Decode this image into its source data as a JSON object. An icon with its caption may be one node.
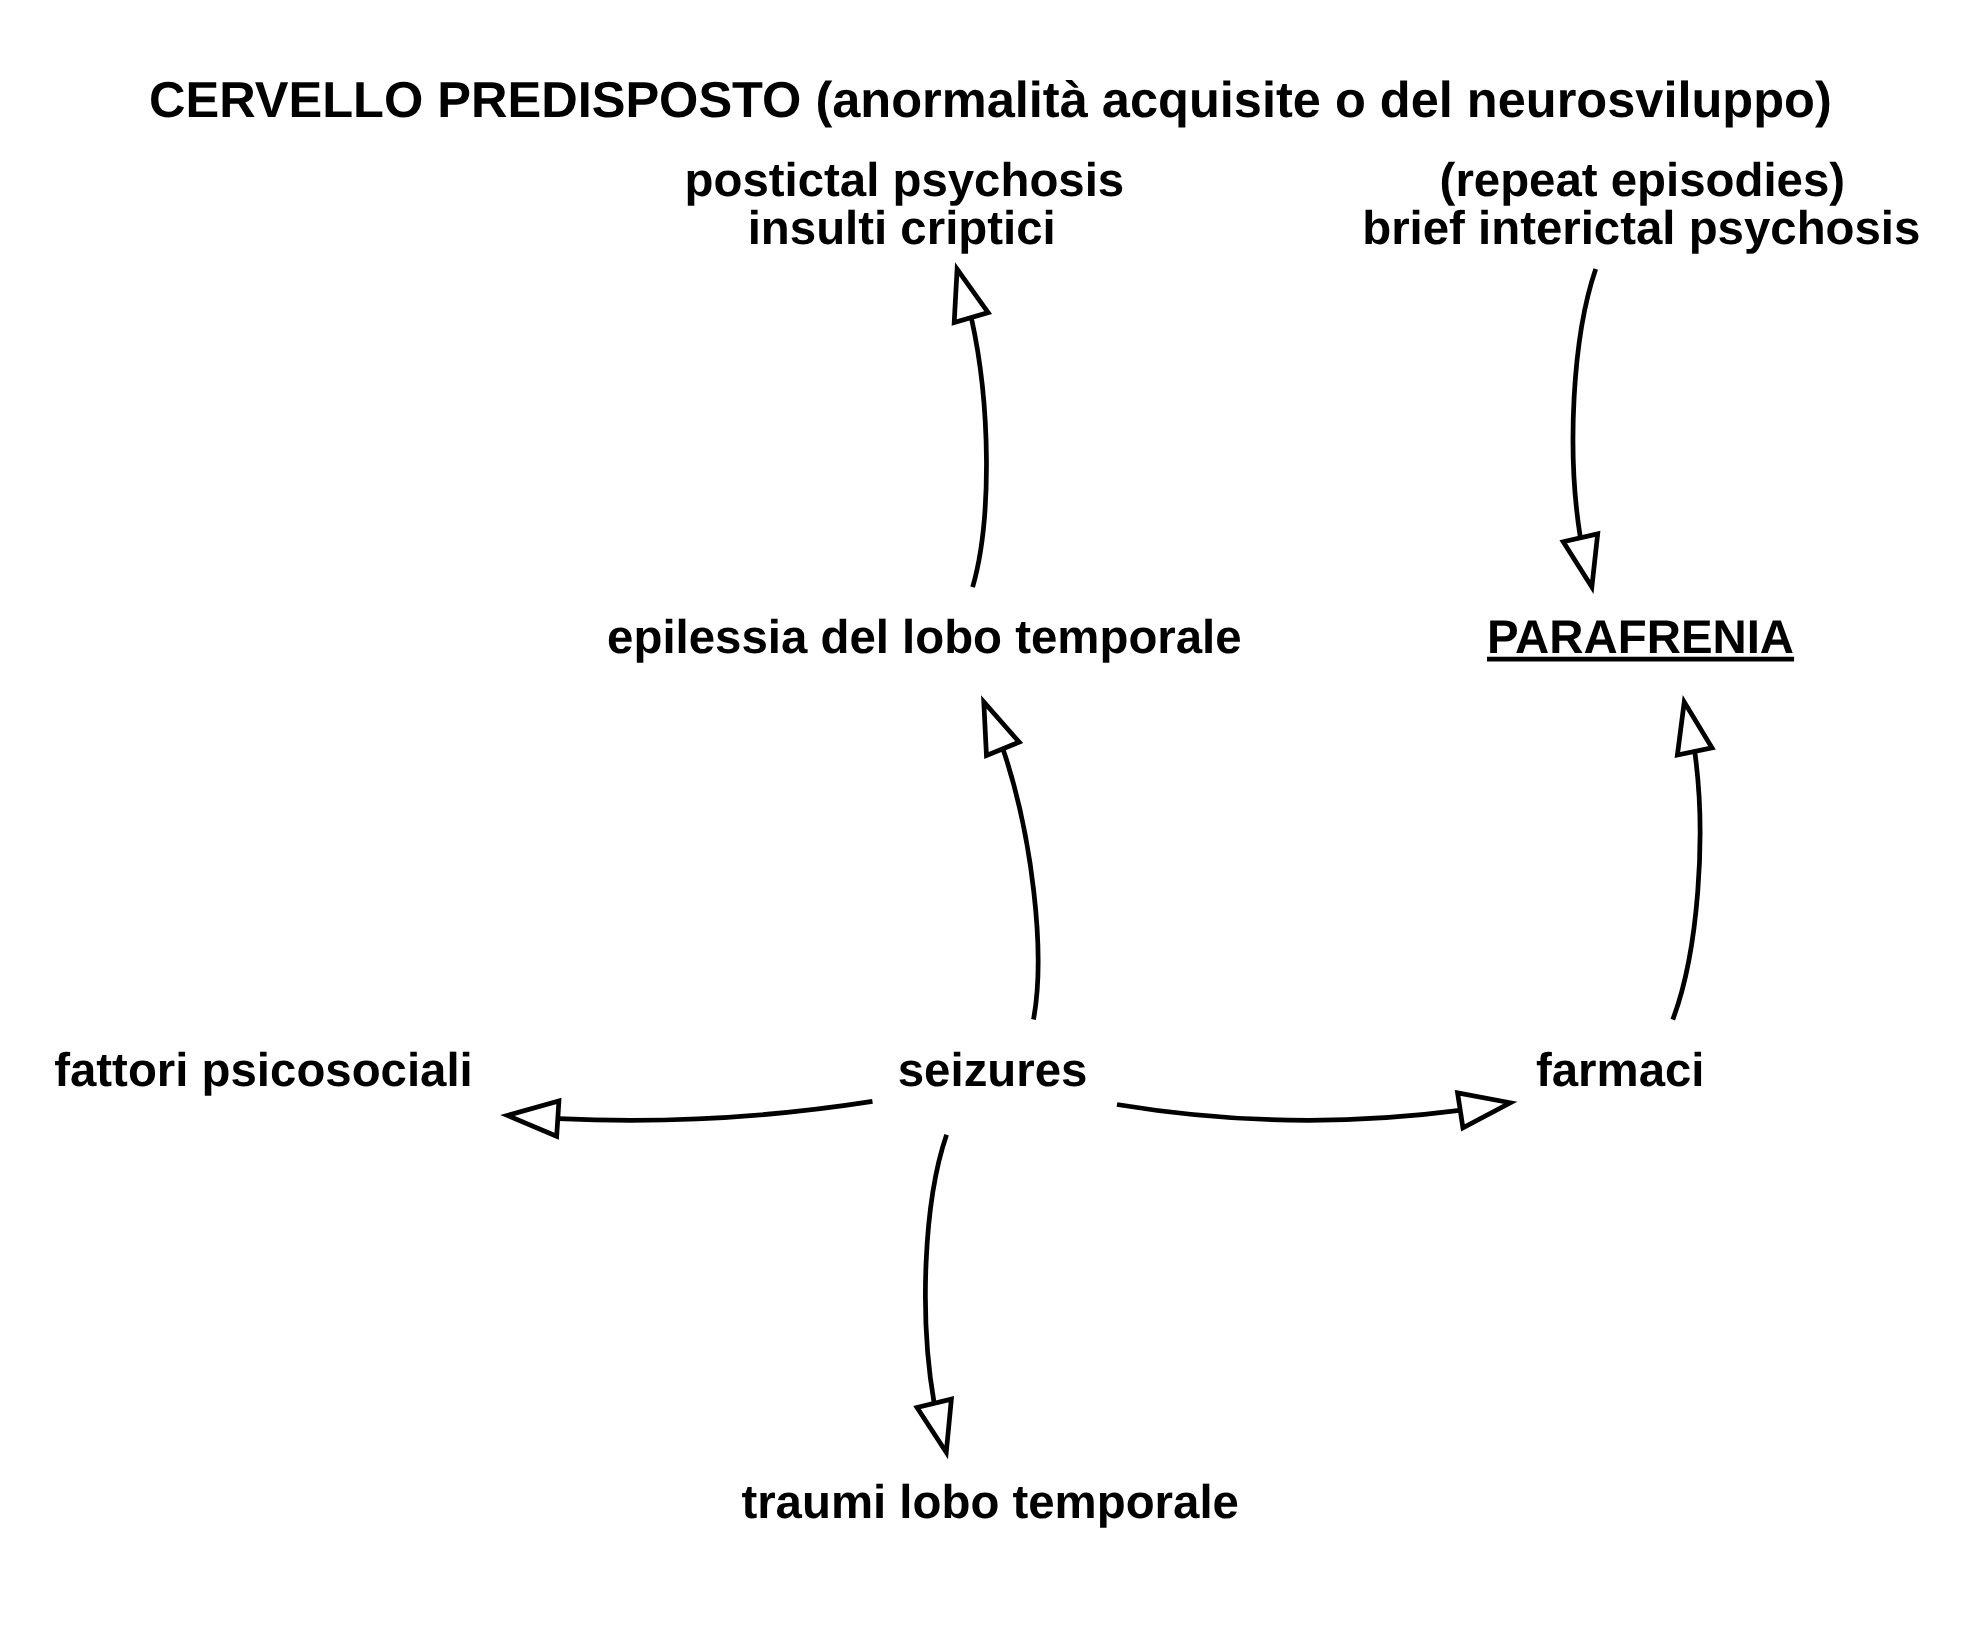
{
  "diagram": {
    "title": "CERVELLO PREDISPOSTO (anormalità acquisite o del neurosviluppo)",
    "nodes": [
      {
        "text": [
          "postictal psychosis",
          "insulti criptici"
        ]
      },
      {
        "text": [
          "(repeat episodies)",
          "brief interictal psychosis"
        ]
      },
      {
        "text": [
          "epilessia del lobo temporale"
        ]
      },
      {
        "text": [
          "PARAFRENIA"
        ]
      },
      {
        "text": [
          "fattori psicosociali"
        ]
      },
      {
        "text": [
          "seizures"
        ]
      },
      {
        "text": [
          "farmaci"
        ]
      },
      {
        "text": [
          "traumi lobo temporale"
        ]
      }
    ],
    "edges": [
      {
        "from": 2,
        "to": 0,
        "arrow": "to"
      },
      {
        "from": 1,
        "to": 3,
        "arrow": "to"
      },
      {
        "from": 5,
        "to": 2,
        "arrow": "to"
      },
      {
        "from": 5,
        "to": 4,
        "arrow": "to"
      },
      {
        "from": 5,
        "to": 6,
        "arrow": "to"
      },
      {
        "from": 5,
        "to": 7,
        "arrow": "to"
      },
      {
        "from": 6,
        "to": 3,
        "arrow": "to"
      }
    ]
  }
}
